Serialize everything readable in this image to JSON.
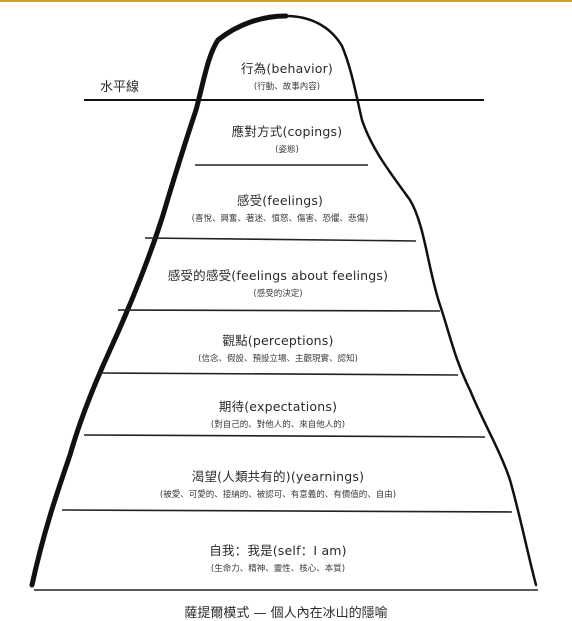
{
  "colors": {
    "accent_top_line": "#c9a227",
    "outline": "#111111"
  },
  "waterline_label": "水平線",
  "layers": [
    {
      "title": "行為(behavior)",
      "sub": "(行動、故事內容)"
    },
    {
      "title": "應對方式(copings)",
      "sub": "(姿態)"
    },
    {
      "title": "感受(feelings)",
      "sub": "(喜悅、興奮、著迷、憤怒、傷害、恐懼、悲傷)"
    },
    {
      "title": "感受的感受(feelings about feelings)",
      "sub": "(感受的決定)"
    },
    {
      "title": "觀點(perceptions)",
      "sub": "(信念、假設、預設立場、主觀現實、認知)"
    },
    {
      "title": "期待(expectations)",
      "sub": "(對自己的、對他人的、來自他人的)"
    },
    {
      "title": "渴望(人類共有的)(yearnings)",
      "sub": "(被愛、可愛的、接納的、被認可、有意義的、有價值的、自由)"
    },
    {
      "title": "自我：我是(self：I am)",
      "sub": "(生命力、精神、靈性、核心、本質)"
    }
  ],
  "caption": "薩提爾模式 — 個人內在冰山的隱喻"
}
